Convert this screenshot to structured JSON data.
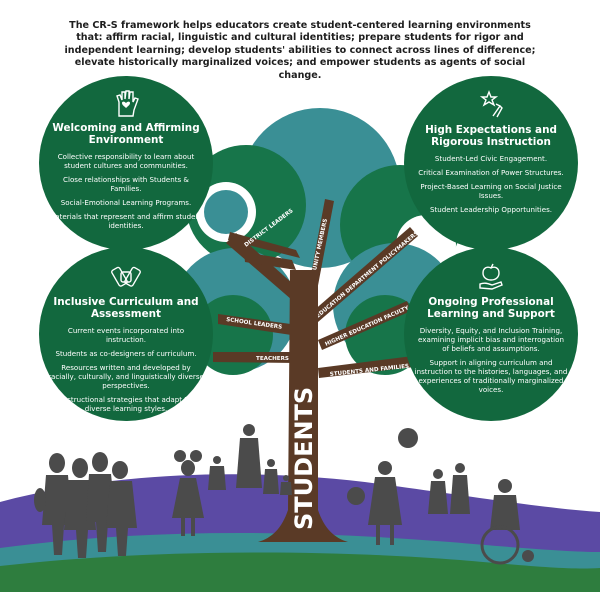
{
  "intro": "The CR-S framework helps educators create student-centered learning environments that: affirm racial, linguistic and cultural identities; prepare students for rigor and independent learning; develop students' abilities to connect across lines of difference; elevate historically marginalized voices; and empower students as agents of social change.",
  "trunk_label": "STUDENTS",
  "branches": {
    "district_leaders": "DISTRICT LEADERS",
    "community_members": "COMMUNITY MEMBERS",
    "education_department_policymakers": "EDUCATION DEPARTMENT POLICYMAKERS",
    "school_leaders": "SCHOOL LEADERS",
    "higher_education_faculty": "HIGHER EDUCATION FACULTY",
    "teachers": "TEACHERS",
    "students_and_families": "STUDENTS AND FAMILIES"
  },
  "quadrants": {
    "welcoming": {
      "icon": "raised-hand-heart-icon",
      "title": "Welcoming and Affirming Environment",
      "items": [
        "Collective responsibility to learn about student cultures and communities.",
        "Close relationships with Students & Families.",
        "Social-Emotional Learning Programs.",
        "Materials that represent and affirm student identities."
      ]
    },
    "high_expectations": {
      "icon": "hand-star-icon",
      "title": "High Expectations and Rigorous Instruction",
      "items": [
        "Student-Led Civic Engagement.",
        "Critical Examination of Power Structures.",
        "Project-Based Learning on Social Justice Issues.",
        "Student Leadership Opportunities."
      ]
    },
    "inclusive": {
      "icon": "joined-hands-icon",
      "title": "Inclusive Curriculum and Assessment",
      "items": [
        "Current events incorporated into instruction.",
        "Students as co-designers of curriculum.",
        "Resources written and developed by racially, culturally, and linguistically diverse perspectives.",
        "Instructional strategies that adapt to diverse learning styles."
      ]
    },
    "professional": {
      "icon": "hand-apple-icon",
      "title": "Ongoing Professional Learning and Support",
      "items": [
        "Diversity, Equity, and Inclusion Training, examining implicit bias and interrogation of beliefs and assumptions.",
        "Support in aligning curriculum and instruction to the histories, languages, and experiences of traditionally marginalized voices."
      ]
    }
  },
  "colors": {
    "dark_green": "#12683e",
    "mid_green": "#1b7d45",
    "teal": "#3a8f95",
    "trunk": "#5a3a26",
    "hill_purple": "#5b4aa4",
    "hill_green": "#2e7d3e",
    "silhouette": "#4b4b4b"
  }
}
